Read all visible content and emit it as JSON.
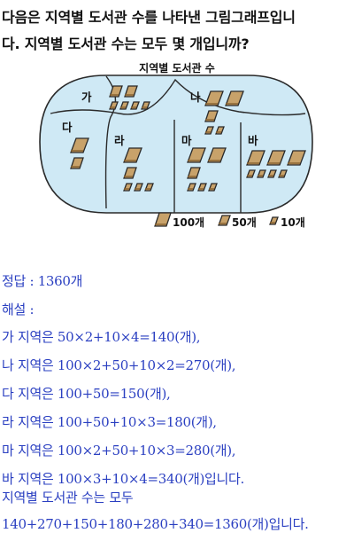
{
  "question": {
    "line1": "다음은 지역별 도서관 수를 나타낸 그림그래프입니",
    "line2": "다. 지역별 도서관 수는 모두 몇 개입니까?"
  },
  "figure": {
    "title": "지역별 도서관 수",
    "regions": {
      "ga": {
        "label": "가",
        "big": 0,
        "medium": 2,
        "small": 4
      },
      "na": {
        "label": "나",
        "big": 2,
        "medium": 1,
        "small": 2
      },
      "da": {
        "label": "다",
        "big": 1,
        "medium": 1,
        "small": 0
      },
      "ra": {
        "label": "라",
        "big": 1,
        "medium": 1,
        "small": 3
      },
      "ma": {
        "label": "마",
        "big": 2,
        "medium": 1,
        "small": 3
      },
      "ba": {
        "label": "바",
        "big": 3,
        "medium": 0,
        "small": 4
      }
    },
    "legend": {
      "big": "100개",
      "medium": "50개",
      "small": "10개"
    },
    "colors": {
      "fill": "#cfe9f5",
      "stroke": "#2a2a2a",
      "book": "#c8a26a",
      "book_dark": "#8a6432"
    }
  },
  "answer": {
    "jeongdap": "정답 : 1360개",
    "haeseol": "해설 :",
    "lines": [
      "가 지역은 50×2+10×4=140(개),",
      "나 지역은 100×2+50+10×2=270(개),",
      "다 지역은 100+50=150(개),",
      "라 지역은 100+50+10×3=180(개),",
      "마 지역은 100×2+50+10×3=280(개),",
      "바 지역은 100×3+10×4=340(개)입니다.",
      "지역별 도서관 수는 모두",
      "140+270+150+180+280+340=1360(개)입니다."
    ]
  }
}
